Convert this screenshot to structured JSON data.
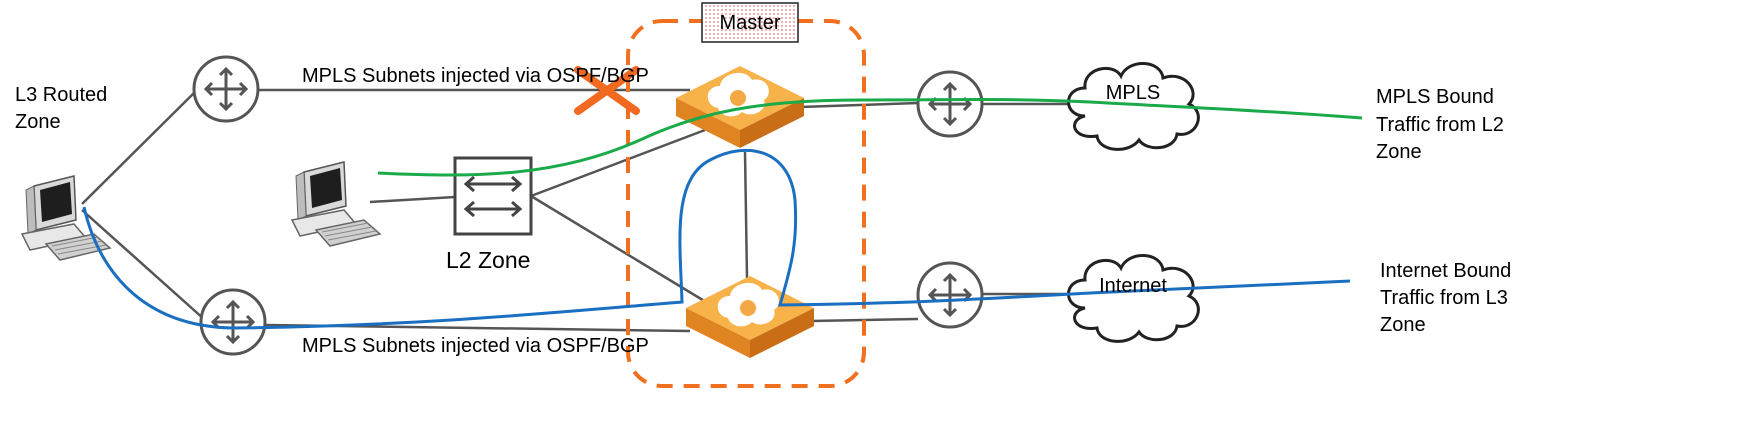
{
  "labels": {
    "master": "Master",
    "l3_zone": [
      "L3 Routed",
      "Zone"
    ],
    "l2_zone": "L2 Zone",
    "mpls_top": "MPLS Subnets injected via OSPF/BGP",
    "mpls_bottom": "MPLS Subnets injected via OSPF/BGP",
    "mpls_cloud": "MPLS",
    "internet_cloud": "Internet",
    "mpls_traffic": [
      "MPLS Bound",
      "Traffic from L2",
      "Zone"
    ],
    "internet_traffic": [
      "Internet Bound",
      "Traffic from L3",
      "Zone"
    ]
  },
  "icons": {
    "router": "router-icon",
    "switch": "switch-icon",
    "computer": "computer-icon",
    "cloud": "cloud-icon",
    "appliance": "sd-wan-appliance-icon",
    "blocked": "blocked-x-icon"
  },
  "colors": {
    "green_path": "#1aaa4a",
    "blue_path": "#1a6fc0",
    "master_border": "#f07020",
    "blocked_x": "#f26a21",
    "appliance": "#f59a2e",
    "link": "#555555"
  }
}
